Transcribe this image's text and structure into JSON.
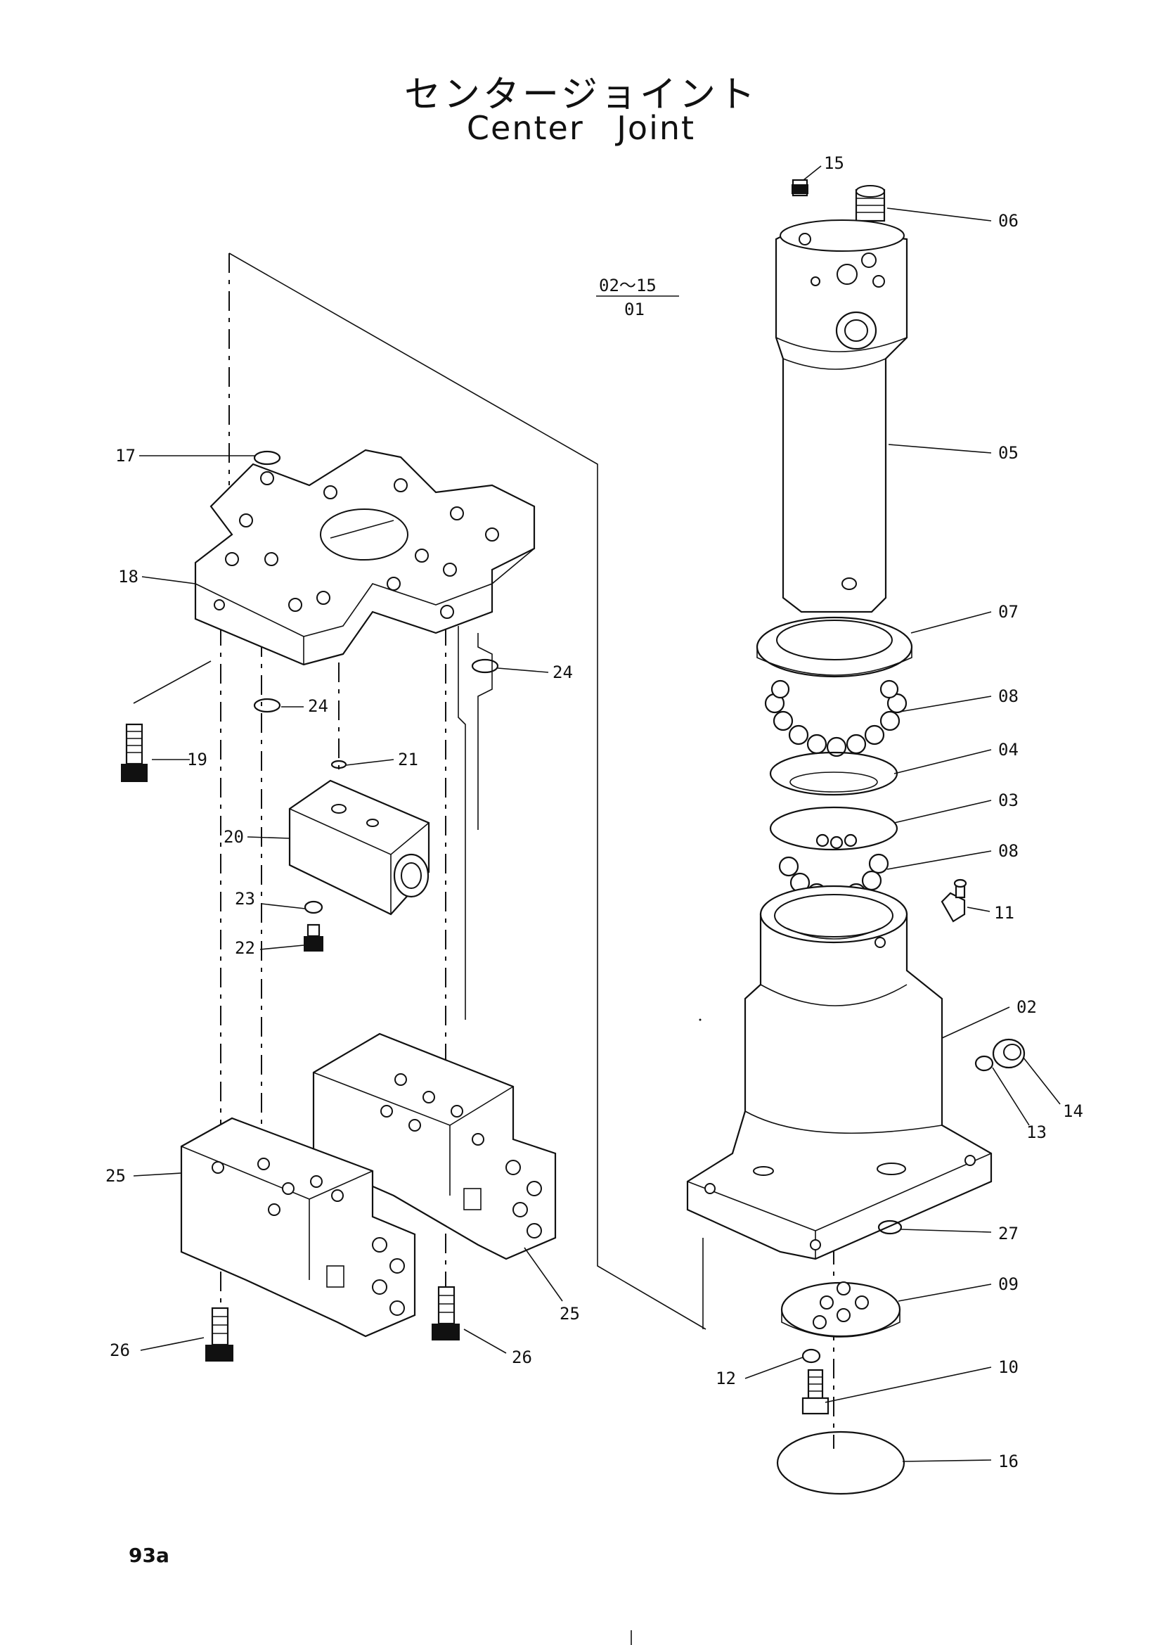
{
  "title": {
    "japanese": "センタージョイント",
    "english": "Center  Joint"
  },
  "applicability": {
    "numerator": "02〜15",
    "denominator": "01"
  },
  "page_number": "93a",
  "callouts": {
    "c02": "02",
    "c03": "03",
    "c04": "04",
    "c05": "05",
    "c06": "06",
    "c07": "07",
    "c08a": "08",
    "c08b": "08",
    "c09": "09",
    "c10": "10",
    "c11": "11",
    "c12": "12",
    "c13": "13",
    "c14": "14",
    "c15": "15",
    "c16": "16",
    "c17": "17",
    "c18": "18",
    "c19": "19",
    "c20": "20",
    "c21": "21",
    "c22": "22",
    "c23": "23",
    "c24a": "24",
    "c24b": "24",
    "c25a": "25",
    "c25b": "25",
    "c26a": "26",
    "c26b": "26",
    "c27": "27"
  }
}
